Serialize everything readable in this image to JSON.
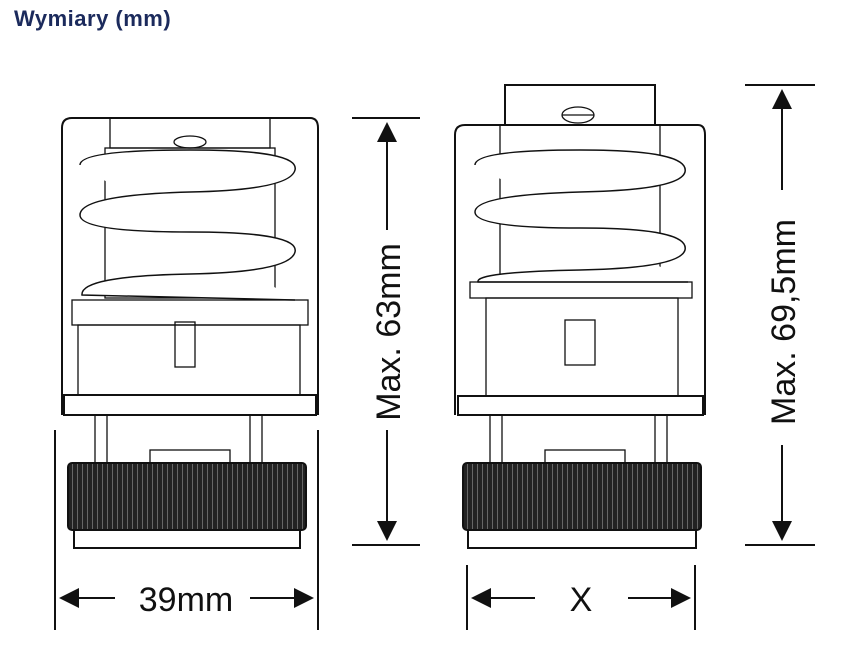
{
  "title": "Wymiary (mm)",
  "dimensions": {
    "left_height": "Max. 63mm",
    "right_height": "Max. 69,5mm",
    "left_width": "39mm",
    "right_width": "X"
  },
  "colors": {
    "title": "#1b2a5c",
    "lines": "#111111"
  }
}
